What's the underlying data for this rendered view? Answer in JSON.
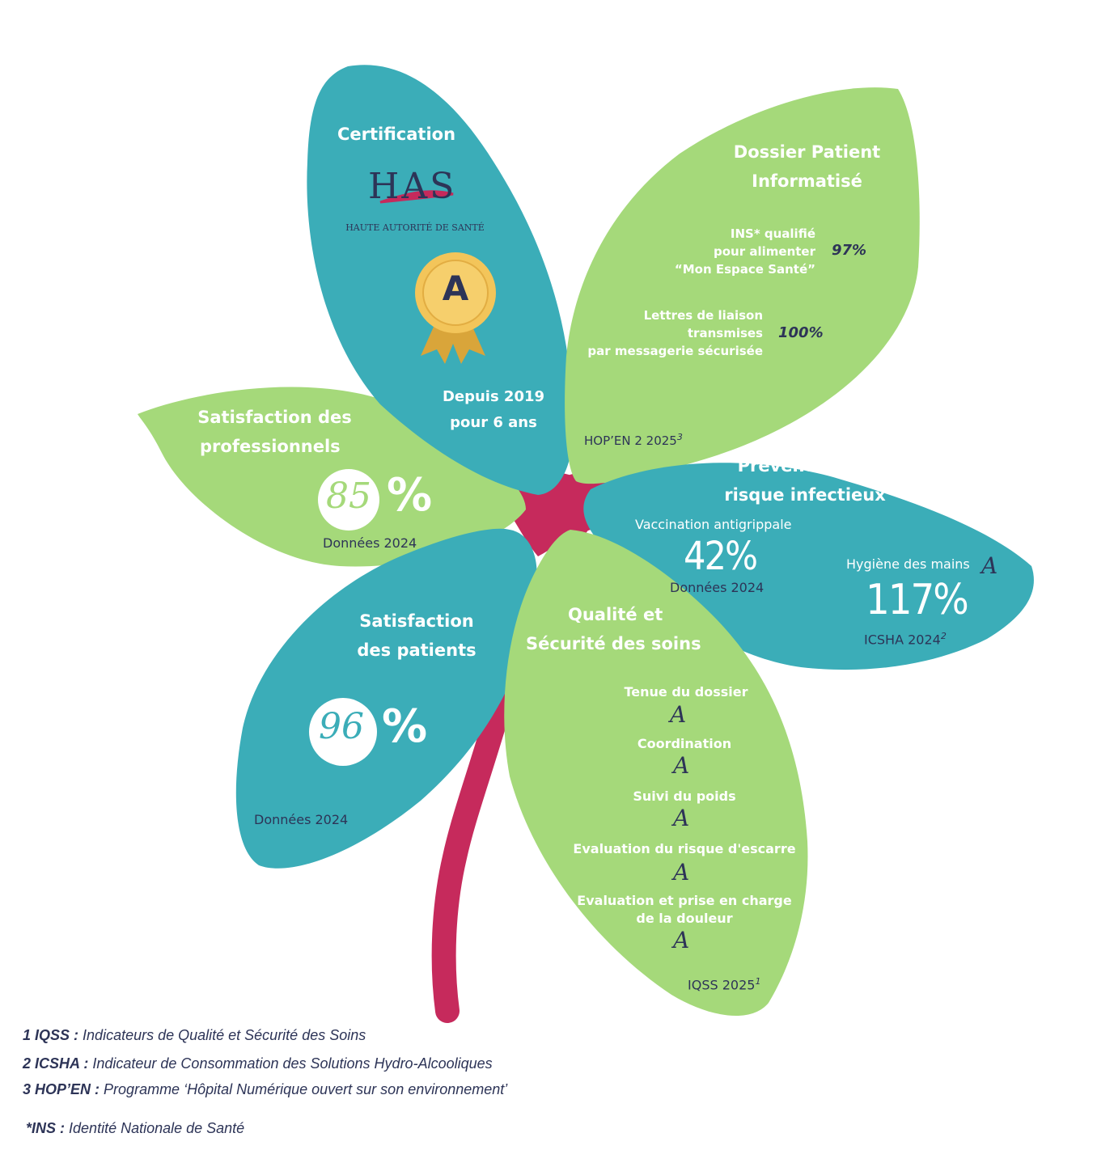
{
  "colors": {
    "teal": "#3badb8",
    "green": "#a5d97a",
    "stem": "#c62a5c",
    "navy": "#2d3457",
    "gold": "#f3c55a"
  },
  "certification": {
    "title": "Certification",
    "has_logo_text": "HAS",
    "has_subtitle": "HAUTE AUTORITÉ DE SANTÉ",
    "grade": "A",
    "since_line1": "Depuis 2019",
    "since_line2": "pour 6 ans"
  },
  "dossier": {
    "title_line1": "Dossier Patient",
    "title_line2": "Informatisé",
    "ins_line1": "INS* qualifié",
    "ins_line2": "pour alimenter",
    "ins_line3": "“Mon Espace Santé”",
    "ins_value": "97%",
    "lettres_line1": "Lettres de liaison",
    "lettres_line2": "transmises",
    "lettres_line3": "par messagerie sécurisée",
    "lettres_value": "100%",
    "source": "HOP’EN 2 2025",
    "source_ref": "3"
  },
  "prevention": {
    "title_line1": "Prévention du",
    "title_line2": "risque infectieux",
    "vaccination_label": "Vaccination antigrippale",
    "vaccination_value": "42%",
    "vaccination_source": "Données 2024",
    "hygiene_label": "Hygiène des mains",
    "hygiene_grade": "A",
    "hygiene_value": "117%",
    "hygiene_source": "ICSHA 2024",
    "hygiene_ref": "2"
  },
  "professionnels": {
    "title_line1": "Satisfaction des",
    "title_line2": "professionnels",
    "value": "85",
    "percent": "%",
    "source": "Données 2024"
  },
  "patients": {
    "title_line1": "Satisfaction",
    "title_line2": "des patients",
    "value": "96",
    "percent": "%",
    "source": "Données 2024"
  },
  "qualite": {
    "title_line1": "Qualité et",
    "title_line2": "Sécurité des soins",
    "items": [
      {
        "label_line1": "Tenue du dossier",
        "label_line2": "",
        "grade": "A"
      },
      {
        "label_line1": "Coordination",
        "label_line2": "",
        "grade": "A"
      },
      {
        "label_line1": "Suivi du poids",
        "label_line2": "",
        "grade": "A"
      },
      {
        "label_line1": "Evaluation du risque d'escarre",
        "label_line2": "",
        "grade": "A"
      },
      {
        "label_line1": "Evaluation et prise en charge",
        "label_line2": "de la douleur",
        "grade": "A"
      }
    ],
    "source": "IQSS 2025",
    "source_ref": "1"
  },
  "footnotes": [
    {
      "key": "1 IQSS :",
      "text": "Indicateurs de Qualité et Sécurité des Soins"
    },
    {
      "key": "2 ICSHA :",
      "text": "Indicateur de Consommation des Solutions Hydro-Alcooliques"
    },
    {
      "key": "3 HOP’EN :",
      "text": "Programme ‘Hôpital Numérique ouvert sur son environnement’"
    },
    {
      "key": "*INS :",
      "text": "Identité Nationale de Santé"
    }
  ]
}
